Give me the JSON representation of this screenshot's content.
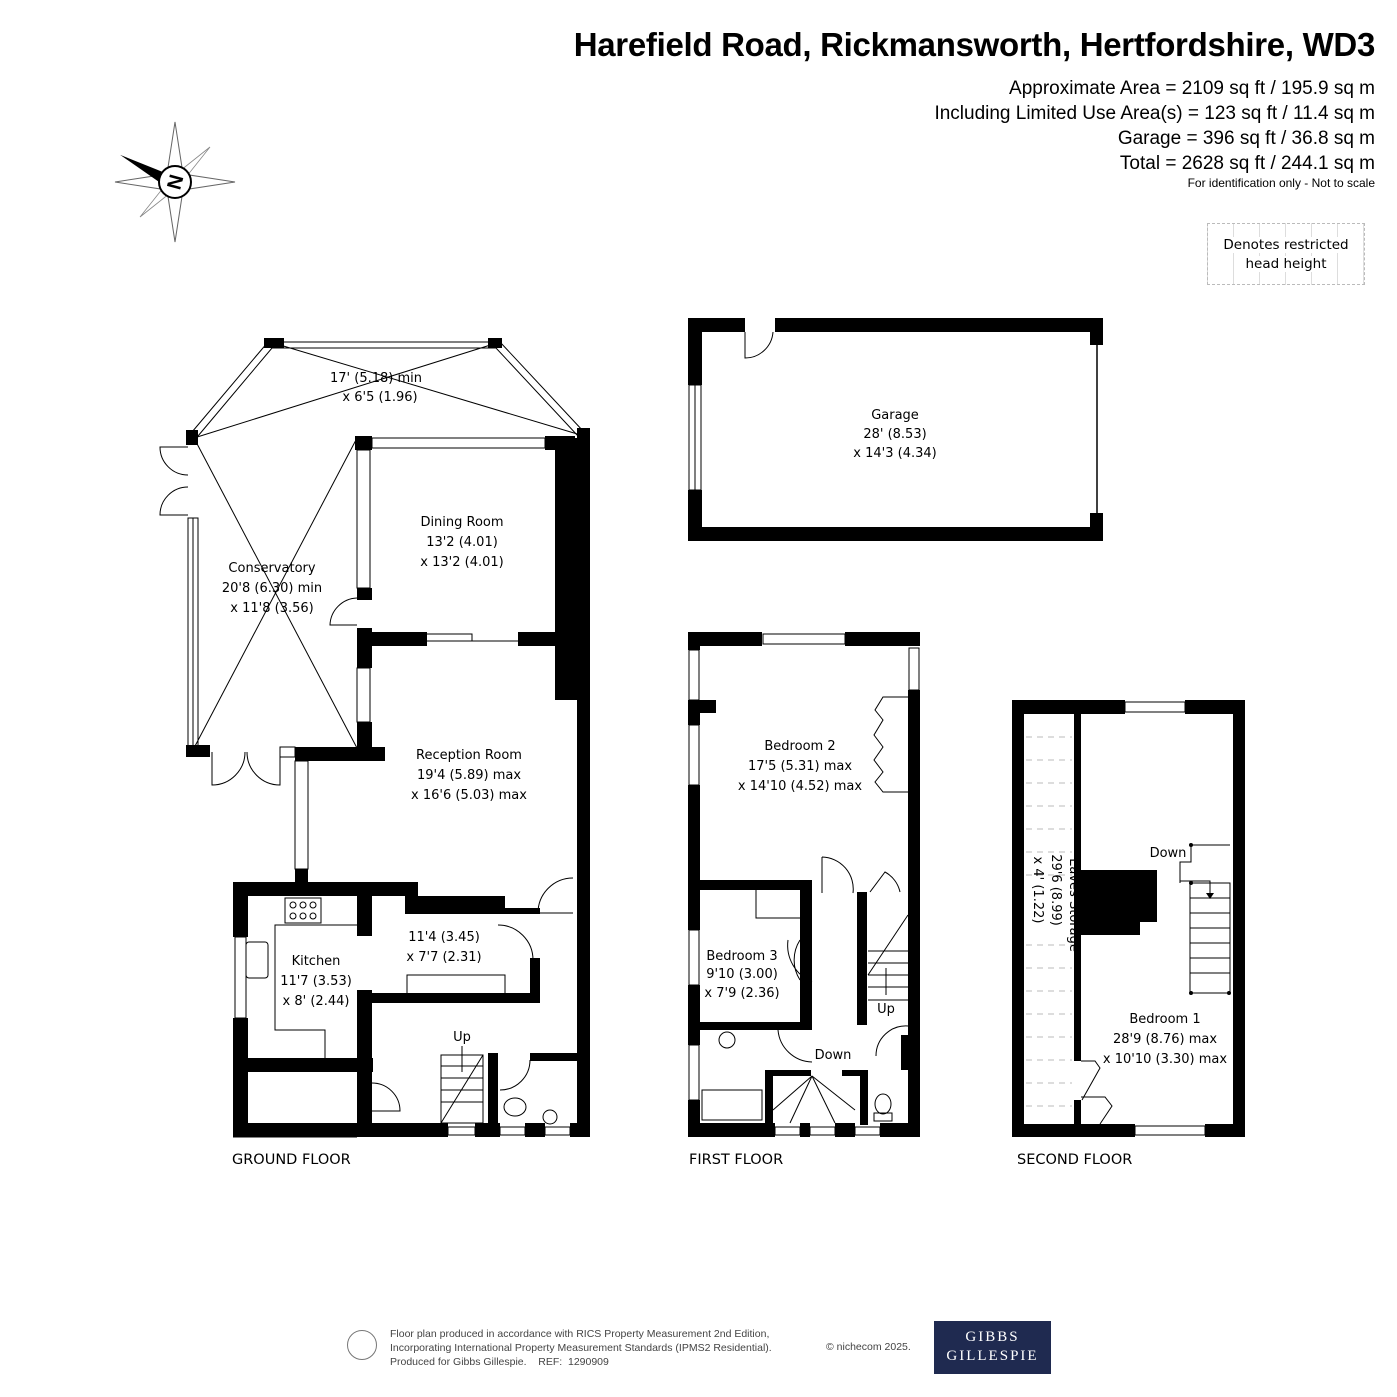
{
  "header": {
    "title": "Harefield Road, Rickmansworth, Hertfordshire, WD3",
    "areas": [
      "Approximate Area = 2109 sq ft / 195.9 sq m",
      "Including Limited Use Area(s) = 123 sq ft / 11.4 sq m",
      "Garage = 396 sq ft / 36.8 sq m",
      "Total = 2628 sq ft / 244.1 sq m"
    ],
    "note": "For identification only - Not to scale"
  },
  "legend": {
    "line1": "Denotes restricted",
    "line2": "head height"
  },
  "compass": {
    "label": "N",
    "icon": "compass-icon"
  },
  "ground_floor": {
    "label": "GROUND FLOOR",
    "conservatory_top": {
      "dim1": "17' (5.18) min",
      "dim2": "x 6'5 (1.96)"
    },
    "conservatory": {
      "name": "Conservatory",
      "dim1": "20'8 (6.30) min",
      "dim2": "x 11'8 (3.56)"
    },
    "dining": {
      "name": "Dining Room",
      "dim1": "13'2 (4.01)",
      "dim2": "x 13'2 (4.01)"
    },
    "reception": {
      "name": "Reception Room",
      "dim1": "19'4 (5.89) max",
      "dim2": "x 16'6 (5.03) max"
    },
    "kitchen": {
      "name": "Kitchen",
      "dim1": "11'7 (3.53)",
      "dim2": "x 8' (2.44)"
    },
    "utility": {
      "dim1": "11'4 (3.45)",
      "dim2": "x 7'7 (2.31)"
    },
    "stairs": "Up"
  },
  "garage": {
    "name": "Garage",
    "dim1": "28' (8.53)",
    "dim2": "x 14'3 (4.34)"
  },
  "first_floor": {
    "label": "FIRST FLOOR",
    "bedroom2": {
      "name": "Bedroom 2",
      "dim1": "17'5 (5.31) max",
      "dim2": "x 14'10 (4.52) max"
    },
    "bedroom3": {
      "name": "Bedroom 3",
      "dim1": "9'10 (3.00)",
      "dim2": "x 7'9 (2.36)"
    },
    "stairs_up": "Up",
    "stairs_down": "Down"
  },
  "second_floor": {
    "label": "SECOND FLOOR",
    "eaves": {
      "name": "Eaves Storage",
      "dim1": "29'6 (8.99)",
      "dim2": "x 4' (1.22)"
    },
    "bedroom1": {
      "name": "Bedroom 1",
      "dim1": "28'9 (8.76) max",
      "dim2": "x 10'10 (3.30) max"
    },
    "stairs_down": "Down"
  },
  "footer": {
    "line1": "Floor plan produced in accordance with RICS Property Measurement 2nd Edition,",
    "line2": "Incorporating International Property Measurement Standards (IPMS2 Residential).",
    "line3": "Produced for Gibbs Gillespie.    REF:  1290909",
    "copyright": "© nichecom 2025.",
    "logo_line1": "GIBBS",
    "logo_line2": "GILLESPIE",
    "logo_color": "#1f2a50"
  }
}
